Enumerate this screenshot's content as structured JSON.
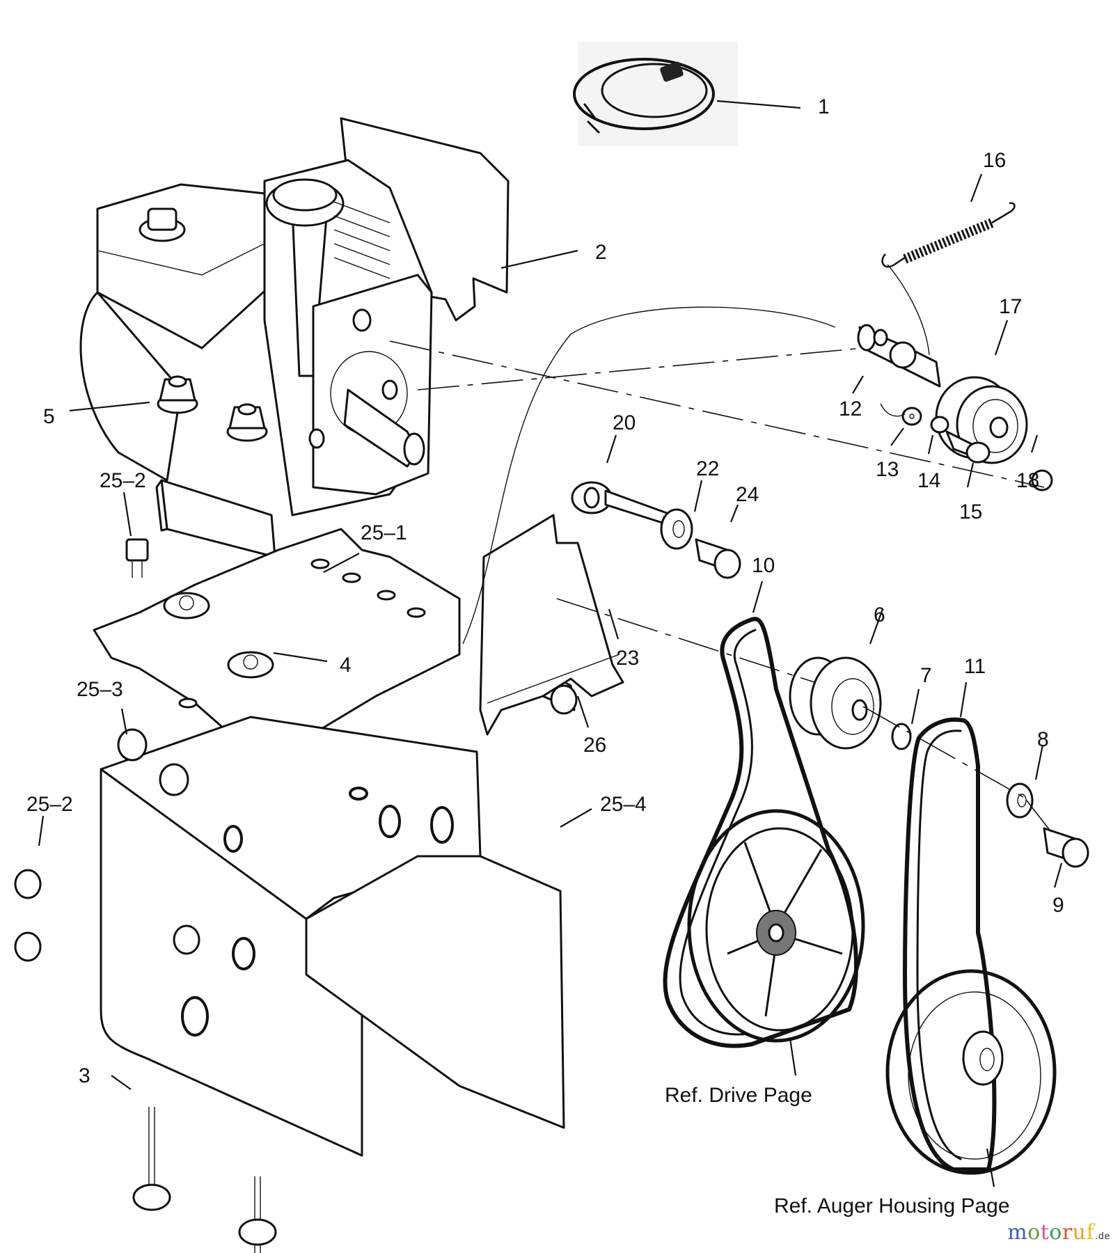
{
  "diagram": {
    "title": "Snow thrower engine, frame & belt assembly (exploded parts view)",
    "callouts": [
      {
        "id": "1",
        "part": "power-cord"
      },
      {
        "id": "2",
        "part": "engine"
      },
      {
        "id": "3",
        "part": "carriage-bolt"
      },
      {
        "id": "4",
        "part": "lock-washer"
      },
      {
        "id": "5",
        "part": "flange-nut"
      },
      {
        "id": "6",
        "part": "engine-pulley"
      },
      {
        "id": "7",
        "part": "spacer"
      },
      {
        "id": "8",
        "part": "washer"
      },
      {
        "id": "9",
        "part": "pulley-bolt"
      },
      {
        "id": "10",
        "part": "drive-belt"
      },
      {
        "id": "11",
        "part": "auger-belt"
      },
      {
        "id": "12",
        "part": "idler-bracket"
      },
      {
        "id": "13",
        "part": "spacer"
      },
      {
        "id": "14",
        "part": "lock-washer"
      },
      {
        "id": "15",
        "part": "shoulder-bolt"
      },
      {
        "id": "16",
        "part": "extension-spring"
      },
      {
        "id": "17",
        "part": "idler-pulley"
      },
      {
        "id": "18",
        "part": "hex-nut"
      },
      {
        "id": "20",
        "part": "belt-keeper-rod"
      },
      {
        "id": "22",
        "part": "washer"
      },
      {
        "id": "23",
        "part": "belt-guide-bracket"
      },
      {
        "id": "24",
        "part": "hex-bolt"
      },
      {
        "id": "25-1",
        "part": "engine-mount-plate"
      },
      {
        "id": "25-2",
        "part": "hex-screw"
      },
      {
        "id": "25-3",
        "part": "hex-screw"
      },
      {
        "id": "25-4",
        "part": "frame-side-panel"
      },
      {
        "id": "26",
        "part": "hex-bolt"
      }
    ],
    "labels": {
      "c1": "1",
      "c2": "2",
      "c3": "3",
      "c4": "4",
      "c5": "5",
      "c6": "6",
      "c7": "7",
      "c8": "8",
      "c9": "9",
      "c10": "10",
      "c11": "11",
      "c12": "12",
      "c13": "13",
      "c14": "14",
      "c15": "15",
      "c16": "16",
      "c17": "17",
      "c18": "18",
      "c20": "20",
      "c22": "22",
      "c23": "23",
      "c24": "24",
      "c25_1": "25–1",
      "c25_2a": "25–2",
      "c25_2b": "25–2",
      "c25_3": "25–3",
      "c25_4": "25–4",
      "c26": "26"
    },
    "references": {
      "drive": "Ref. Drive Page",
      "auger": "Ref. Auger Housing Page"
    }
  },
  "watermark": {
    "letters": [
      {
        "ch": "m",
        "color": "#3b5fb0"
      },
      {
        "ch": "o",
        "color": "#6a9a3a"
      },
      {
        "ch": "t",
        "color": "#e0508a"
      },
      {
        "ch": "o",
        "color": "#3aa050"
      },
      {
        "ch": "r",
        "color": "#e05030"
      },
      {
        "ch": "u",
        "color": "#e8a020"
      },
      {
        "ch": "f",
        "color": "#e8c020"
      }
    ],
    "suffix": ".de"
  }
}
